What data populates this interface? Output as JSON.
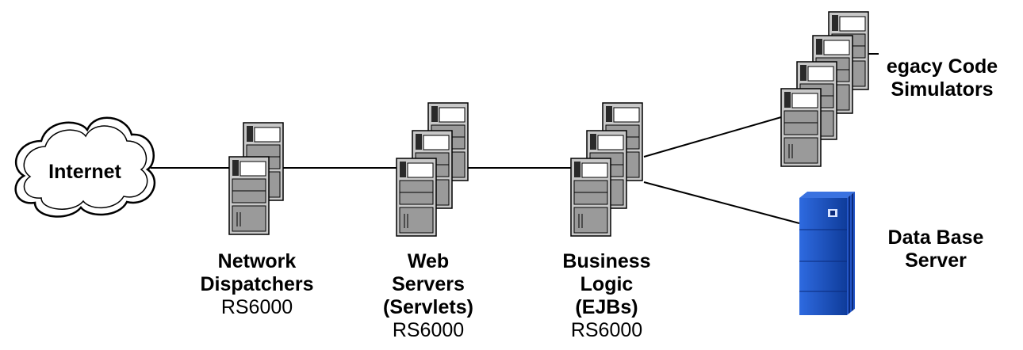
{
  "internet": {
    "label": "Internet"
  },
  "network_dispatchers": {
    "line1": "Network",
    "line2": "Dispatchers",
    "platform": "RS6000"
  },
  "web_servers": {
    "line1": "Web",
    "line2": "Servers",
    "line3": "(Servlets)",
    "platform": "RS6000"
  },
  "business_logic": {
    "line1": "Business",
    "line2": "Logic",
    "line3": "(EJBs)",
    "platform": "RS6000"
  },
  "legacy": {
    "line1": "egacy Code",
    "line2": "Simulators"
  },
  "database": {
    "line1": "Data Base",
    "line2": "Server"
  },
  "icons": {
    "cloud": "cloud-icon",
    "server": "server-tower-icon",
    "mainframe": "mainframe-icon"
  },
  "colors": {
    "server_body": "#c8c8c8",
    "server_panel": "#9a9a9a",
    "mainframe_front": "#1f52b8",
    "mainframe_side": "#0a2a7a"
  }
}
